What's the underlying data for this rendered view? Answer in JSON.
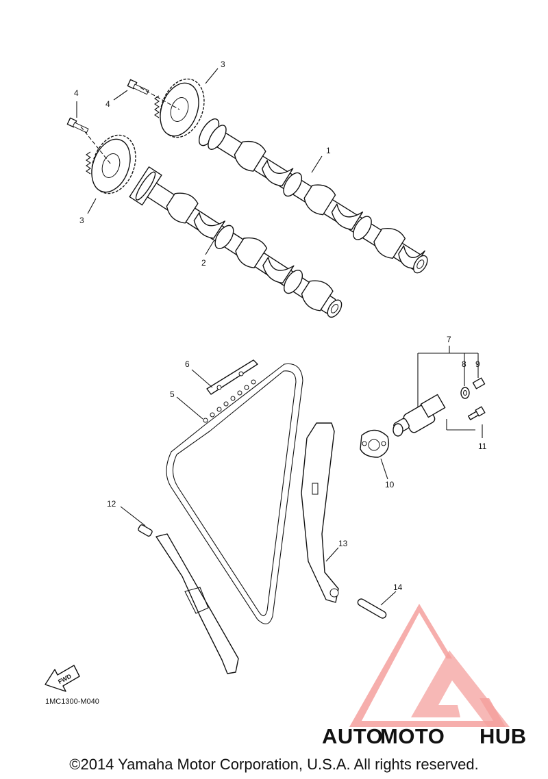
{
  "diagram": {
    "callouts": {
      "c1": "1",
      "c2": "2",
      "c3a": "3",
      "c3b": "3",
      "c4a": "4",
      "c4b": "4",
      "c5": "5",
      "c6": "6",
      "c7": "7",
      "c8": "8",
      "c9": "9",
      "c10": "10",
      "c11": "11",
      "c12": "12",
      "c13": "13",
      "c14": "14"
    },
    "fwd_label": "FWD",
    "diagram_code": "1MC1300-M040"
  },
  "watermark": {
    "word_part1": "AUTO",
    "word_part2": "MOTO",
    "word_part3": "HUB",
    "colors": {
      "triangle": "#f4a09d",
      "auto": "#f7c46a",
      "moto": "#f4a09d",
      "hub": "#9b9b9b"
    }
  },
  "footer": {
    "copyright": "©2014 Yamaha Motor Corporation, U.S.A. All rights reserved."
  }
}
